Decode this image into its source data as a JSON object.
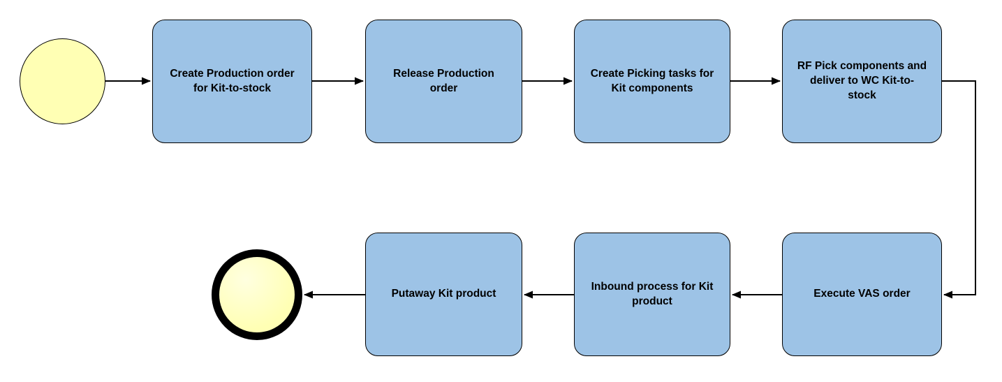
{
  "diagram": {
    "colors": {
      "task_fill": "#9DC3E6",
      "event_fill": "#FFFFB4",
      "stroke": "#000000"
    },
    "tasks": [
      {
        "label": "Create Production order for Kit-to-stock"
      },
      {
        "label": "Release Production order"
      },
      {
        "label": "Create Picking tasks for Kit components"
      },
      {
        "label": "RF Pick components and deliver to WC Kit-to-stock"
      },
      {
        "label": "Execute VAS order"
      },
      {
        "label": "Inbound process for Kit product"
      },
      {
        "label": "Putaway Kit product"
      }
    ]
  }
}
